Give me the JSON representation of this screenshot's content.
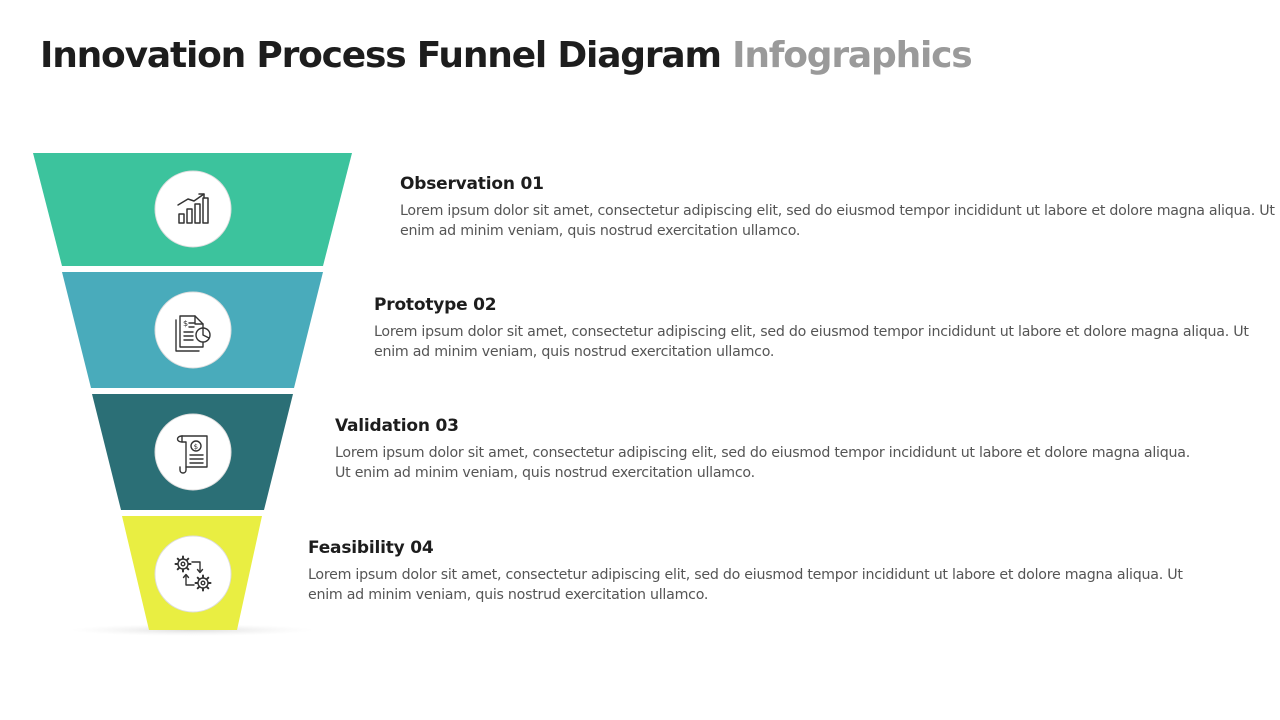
{
  "title": {
    "main": "Innovation Process Funnel Diagram",
    "accent": "Infographics"
  },
  "colors": {
    "title": "#1d1d1d",
    "accent": "#9a9a9a",
    "stage1": "#3cc39d",
    "stage2": "#49abbb",
    "stage3": "#2b6f76",
    "stage4": "#e9ee42"
  },
  "steps": [
    {
      "name": "Observation",
      "number": "01",
      "body": "Lorem ipsum dolor sit amet, consectetur adipiscing elit, sed do eiusmod tempor incididunt ut labore et dolore magna aliqua. Ut enim ad minim veniam, quis nostrud exercitation ullamco.",
      "icon": "bar-chart-growth-icon"
    },
    {
      "name": "Prototype",
      "number": "02",
      "body": "Lorem ipsum dolor sit amet, consectetur adipiscing elit, sed do eiusmod tempor incididunt ut labore et dolore magna aliqua. Ut enim ad minim veniam, quis nostrud exercitation ullamco.",
      "icon": "financial-report-icon"
    },
    {
      "name": "Validation",
      "number": "03",
      "body": "Lorem ipsum dolor sit amet, consectetur adipiscing elit, sed do eiusmod tempor incididunt ut labore et dolore magna aliqua. Ut enim ad minim veniam, quis nostrud exercitation ullamco.",
      "icon": "invoice-scroll-icon"
    },
    {
      "name": "Feasibility",
      "number": "04",
      "body": "Lorem ipsum dolor sit amet, consectetur adipiscing elit, sed do eiusmod tempor incididunt ut labore et dolore magna aliqua. Ut enim ad minim veniam, quis nostrud exercitation ullamco.",
      "icon": "gears-cycle-icon"
    }
  ]
}
